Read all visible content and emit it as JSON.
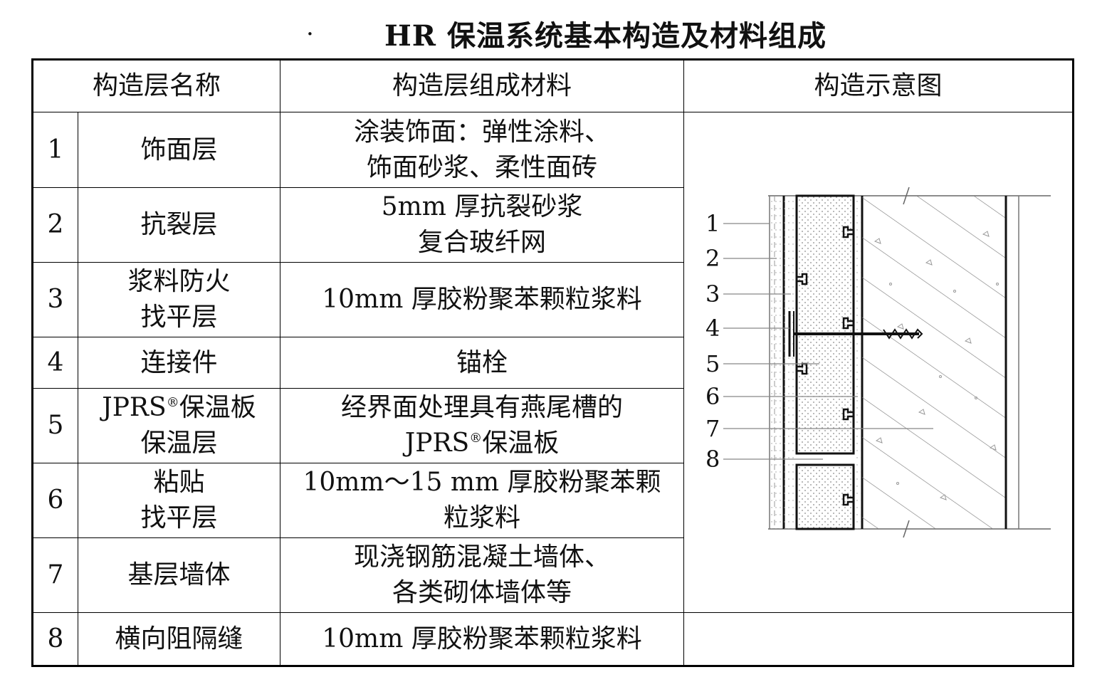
{
  "title": {
    "prefix": ".",
    "text": "HR 保温系统基本构造及材料组成"
  },
  "headers": {
    "name": "构造层名称",
    "material": "构造层组成材料",
    "diagram": "构造示意图"
  },
  "rows": [
    {
      "num": "1",
      "name": "饰面层",
      "material": "涂装饰面：弹性涂料、\n饰面砂浆、柔性面砖"
    },
    {
      "num": "2",
      "name": "抗裂层",
      "material": "5mm 厚抗裂砂浆\n复合玻纤网"
    },
    {
      "num": "3",
      "name": "浆料防火\n找平层",
      "material": "10mm 厚胶粉聚苯颗粒浆料"
    },
    {
      "num": "4",
      "name": "连接件",
      "material": "锚栓"
    },
    {
      "num": "5",
      "name_a": "JPRS",
      "name_sup": "®",
      "name_b": "保温板\n保温层",
      "material_a": "经界面处理具有燕尾槽的\nJPRS",
      "material_sup": "®",
      "material_b": "保温板"
    },
    {
      "num": "6",
      "name": "粘贴\n找平层",
      "material": "10mm～15 mm 厚胶粉聚苯颗\n粒浆料"
    },
    {
      "num": "7",
      "name": "基层墙体",
      "material": "现浇钢筋混凝土墙体、\n各类砌体墙体等"
    },
    {
      "num": "8",
      "name": "横向阻隔缝",
      "material": "10mm 厚胶粉聚苯颗粒浆料"
    }
  ],
  "diagram_labels": [
    "1",
    "2",
    "3",
    "4",
    "5",
    "6",
    "7",
    "8"
  ]
}
